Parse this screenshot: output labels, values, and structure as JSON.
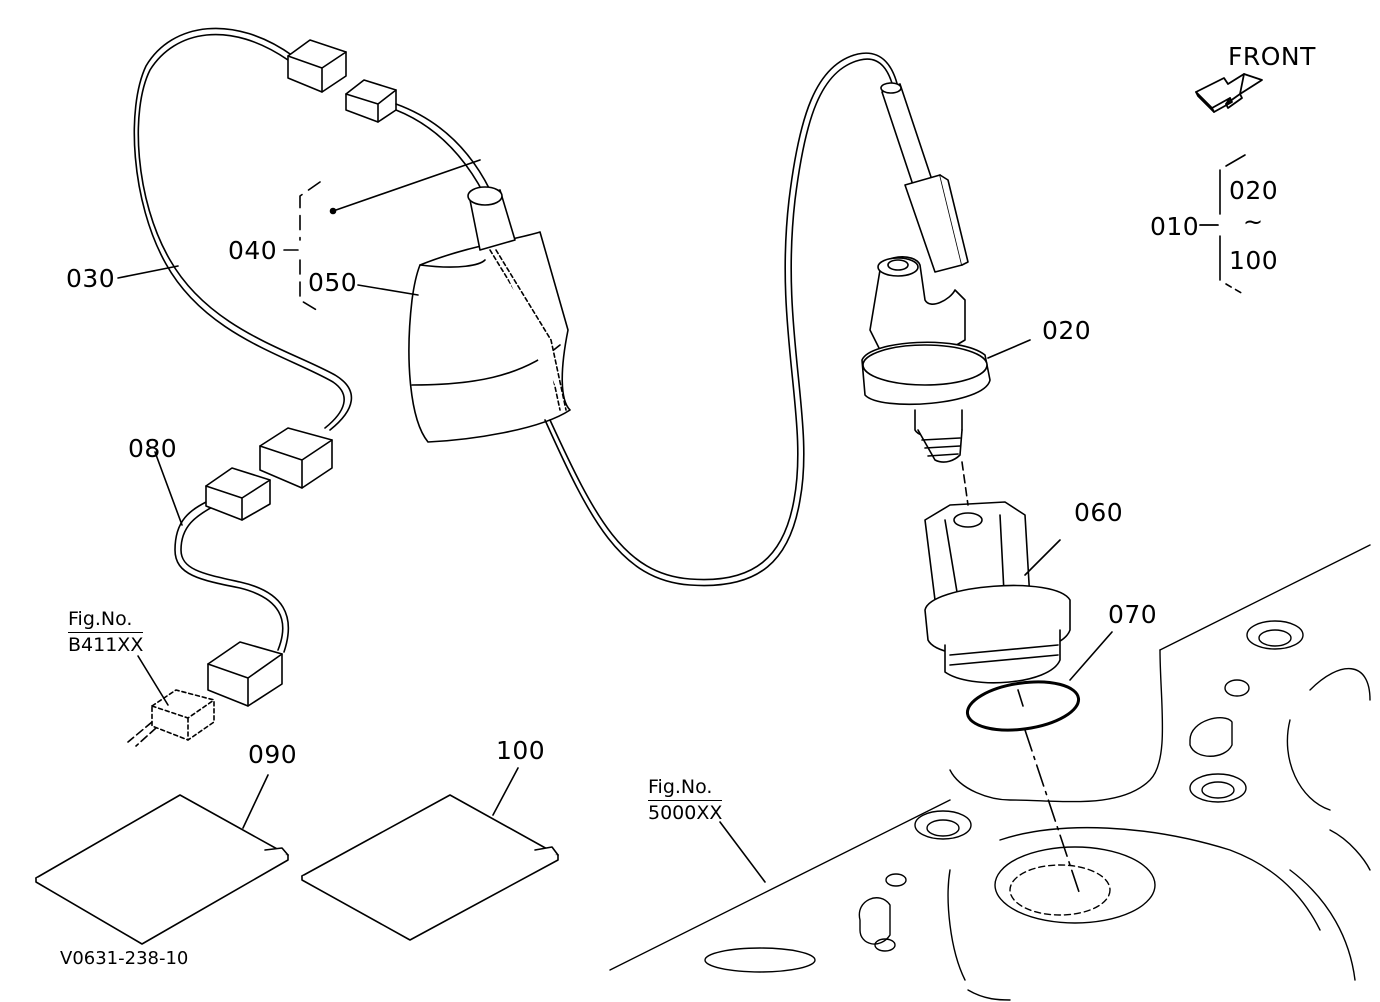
{
  "front_label": "FRONT",
  "parts": {
    "p010": "010",
    "p020_range": "020",
    "p100_range": "100",
    "range_sep": "~",
    "p020": "020",
    "p030": "030",
    "p040": "040",
    "p050": "050",
    "p060": "060",
    "p070": "070",
    "p080": "080",
    "p090": "090",
    "p100": "100"
  },
  "fig_refs": {
    "left": {
      "prefix": "Fig.No.",
      "ref": "B411XX"
    },
    "right": {
      "prefix": "Fig.No.",
      "ref": "5000XX"
    }
  },
  "drawing_id": "V0631-238-10",
  "colors": {
    "line": "#000000",
    "background": "#ffffff"
  }
}
